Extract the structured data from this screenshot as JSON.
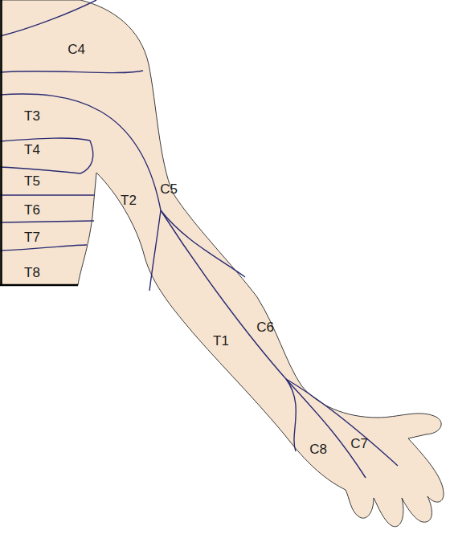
{
  "diagram": {
    "labels": [
      "C4",
      "T3",
      "T4",
      "T5",
      "T2",
      "C5",
      "T6",
      "T7",
      "T8",
      "C6",
      "T1",
      "C7",
      "C8"
    ]
  }
}
